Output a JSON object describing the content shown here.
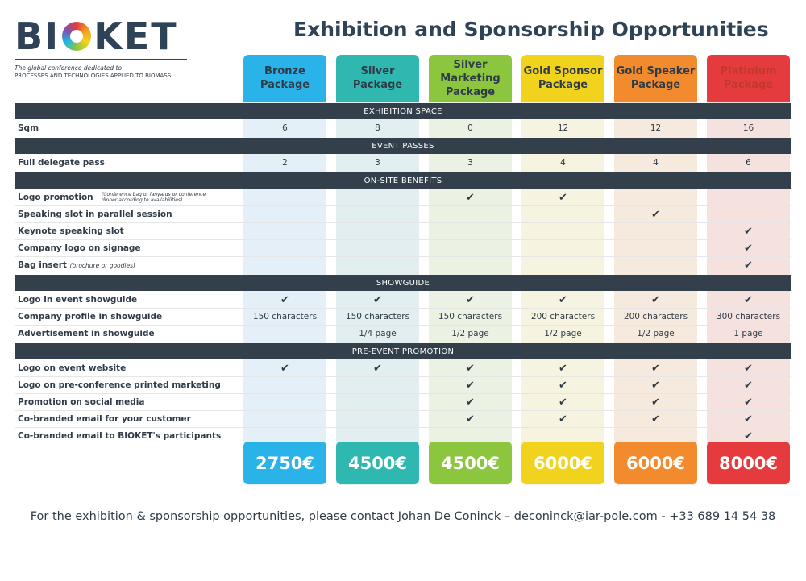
{
  "brand": {
    "logo_left": "BI",
    "logo_right": "KET",
    "tagline_1": "The global conference dedicated to",
    "tagline_2": "PROCESSES AND TECHNOLOGIES APPLIED TO BIOMASS"
  },
  "title": "Exhibition and Sponsorship Opportunities",
  "packages": [
    {
      "line1": "Bronze",
      "line2": "Package",
      "price": "2750€",
      "color": "#29b3e8",
      "light": "#e4eff7",
      "text": "#2f3b47"
    },
    {
      "line1": "Silver",
      "line2": "Package",
      "price": "4500€",
      "color": "#2fb8b0",
      "light": "#e3eef0",
      "text": "#2f3b47"
    },
    {
      "line1": "Silver Marketing",
      "line2": "Package",
      "price": "4500€",
      "color": "#8cc63f",
      "light": "#ecf2e3",
      "text": "#2f3b47"
    },
    {
      "line1": "Gold Sponsor",
      "line2": "Package",
      "price": "6000€",
      "color": "#f1d21d",
      "light": "#f7f3e1",
      "text": "#2f3b47"
    },
    {
      "line1": "Gold Speaker",
      "line2": "Package",
      "price": "6000€",
      "color": "#f28a2e",
      "light": "#f6eadf",
      "text": "#2f3b47"
    },
    {
      "line1": "Platinium",
      "line2": "Package",
      "price": "8000€",
      "color": "#e63b3e",
      "light": "#f5e2df",
      "text": "#c0392b"
    }
  ],
  "sections": [
    {
      "title": "EXHIBITION SPACE",
      "rows": [
        {
          "label": "Sqm",
          "values": [
            "6",
            "8",
            "0",
            "12",
            "12",
            "16"
          ]
        }
      ]
    },
    {
      "title": "EVENT PASSES",
      "rows": [
        {
          "label": "Full delegate pass",
          "values": [
            "2",
            "3",
            "3",
            "4",
            "4",
            "6"
          ]
        }
      ]
    },
    {
      "title": "ON-SITE BENEFITS",
      "rows": [
        {
          "label": "Logo promotion",
          "subnote_1": "(Conference bag or lanyards or conference",
          "subnote_2": "dinner according to availabilities)",
          "values": [
            "",
            "",
            "✔",
            "✔",
            "",
            ""
          ]
        },
        {
          "label": "Speaking slot in parallel session",
          "values": [
            "",
            "",
            "",
            "",
            "✔",
            ""
          ]
        },
        {
          "label": "Keynote speaking slot",
          "values": [
            "",
            "",
            "",
            "",
            "",
            "✔"
          ]
        },
        {
          "label": "Company logo on signage",
          "values": [
            "",
            "",
            "",
            "",
            "",
            "✔"
          ]
        },
        {
          "label": "Bag insert",
          "note": "(brochure or goodies)",
          "values": [
            "",
            "",
            "",
            "",
            "",
            "✔"
          ]
        }
      ]
    },
    {
      "title": "SHOWGUIDE",
      "rows": [
        {
          "label": "Logo in event showguide",
          "values": [
            "✔",
            "✔",
            "✔",
            "✔",
            "✔",
            "✔"
          ]
        },
        {
          "label": "Company profile in showguide",
          "values": [
            "150 characters",
            "150 characters",
            "150 characters",
            "200 characters",
            "200 characters",
            "300 characters"
          ]
        },
        {
          "label": "Advertisement in showguide",
          "values": [
            "",
            "1/4 page",
            "1/2 page",
            "1/2 page",
            "1/2 page",
            "1 page"
          ]
        }
      ]
    },
    {
      "title": "PRE-EVENT PROMOTION",
      "rows": [
        {
          "label": "Logo on event website",
          "values": [
            "✔",
            "✔",
            "✔",
            "✔",
            "✔",
            "✔"
          ]
        },
        {
          "label": "Logo on pre-conference printed marketing",
          "values": [
            "",
            "",
            "✔",
            "✔",
            "✔",
            "✔"
          ]
        },
        {
          "label": "Promotion on social media",
          "values": [
            "",
            "",
            "✔",
            "✔",
            "✔",
            "✔"
          ]
        },
        {
          "label": "Co-branded email for your customer",
          "values": [
            "",
            "",
            "✔",
            "✔",
            "✔",
            "✔"
          ]
        },
        {
          "label": "Co-branded email to BIOKET's participants",
          "values": [
            "",
            "",
            "",
            "",
            "",
            "✔"
          ]
        }
      ]
    }
  ],
  "footer": {
    "text_before": "For the exhibition & sponsorship opportunities, please contact Johan De Coninck – ",
    "email": "deconinck@iar-pole.com",
    "text_after": " - +33 689 14 54 38"
  }
}
